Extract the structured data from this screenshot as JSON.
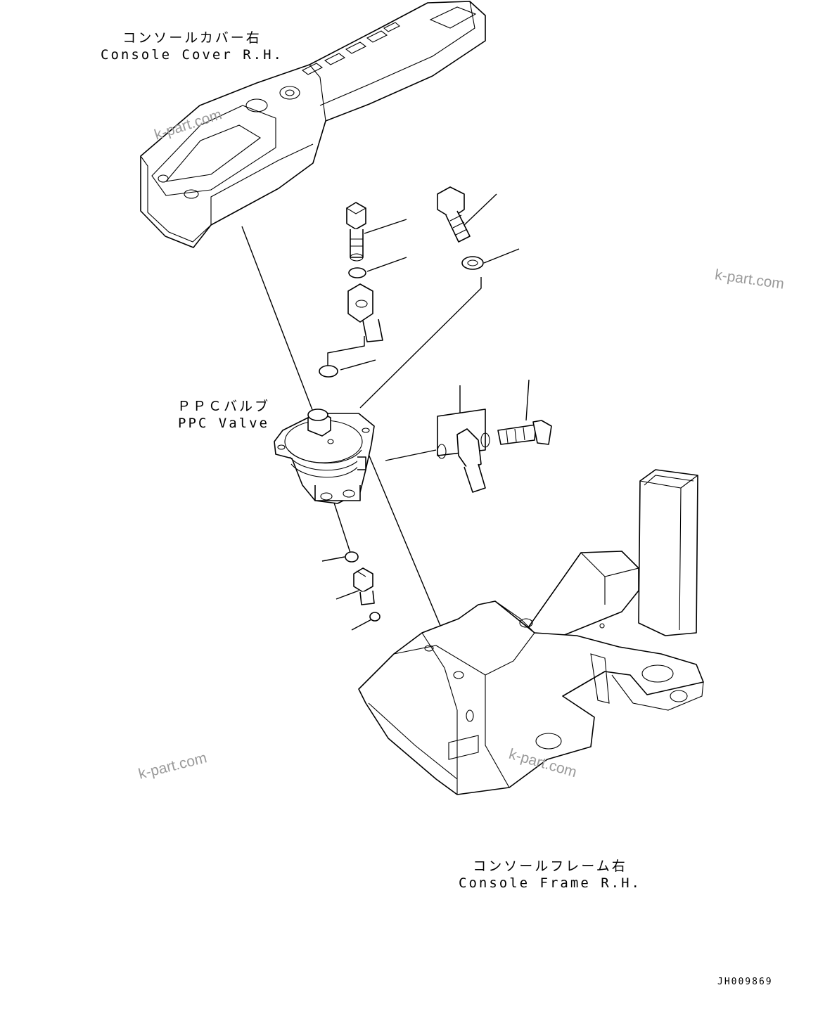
{
  "labels": {
    "console_cover": {
      "jp": "コンソールカバー右",
      "en": "Console Cover R.H."
    },
    "ppc_valve": {
      "jp": "ＰＰＣバルブ",
      "en": "PPC Valve"
    },
    "console_frame": {
      "jp": "コンソールフレーム右",
      "en": "Console Frame R.H."
    }
  },
  "watermark": "k-part.com",
  "drawing_code": "JH009869",
  "colors": {
    "line": "#000000",
    "background": "#ffffff",
    "watermark": "#9a9a9a"
  }
}
